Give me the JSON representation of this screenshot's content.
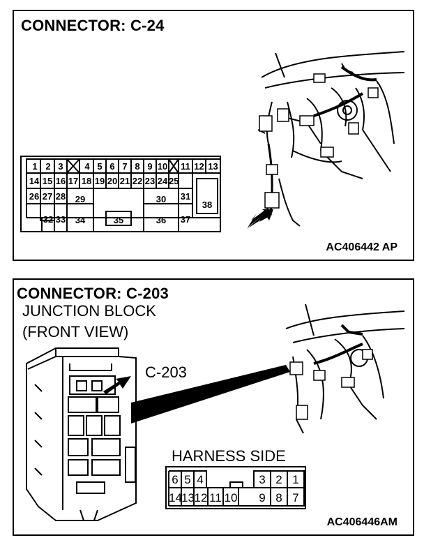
{
  "top": {
    "title": "CONNECTOR: C-24",
    "code": "AC406442 AP",
    "pins": {
      "p1": "1",
      "p2": "2",
      "p3": "3",
      "p4": "4",
      "p5": "5",
      "p6": "6",
      "p7": "7",
      "p8": "8",
      "p9": "9",
      "p10": "10",
      "p11": "11",
      "p12": "12",
      "p13": "13",
      "p14": "14",
      "p15": "15",
      "p16": "16",
      "p17": "17",
      "p18": "18",
      "p19": "19",
      "p20": "20",
      "p21": "21",
      "p22": "22",
      "p23": "23",
      "p24": "24",
      "p25": "25",
      "p26": "26",
      "p27": "27",
      "p28": "28",
      "p29": "29",
      "p30": "30",
      "p31": "31",
      "p32": "32",
      "p33": "33",
      "p34": "34",
      "p35": "35",
      "p36": "36",
      "p37": "37",
      "p38": "38"
    }
  },
  "bottom": {
    "title": "CONNECTOR: C-203",
    "line1": "JUNCTION BLOCK",
    "line2": "(FRONT VIEW)",
    "callout": "C-203",
    "harness": "HARNESS SIDE",
    "code": "AC406446AM",
    "pins": {
      "p1": "1",
      "p2": "2",
      "p3": "3",
      "p4": "4",
      "p5": "5",
      "p6": "6",
      "p7": "7",
      "p8": "8",
      "p9": "9",
      "p10": "10",
      "p11": "11",
      "p12": "12",
      "p13": "13",
      "p14": "14"
    }
  }
}
